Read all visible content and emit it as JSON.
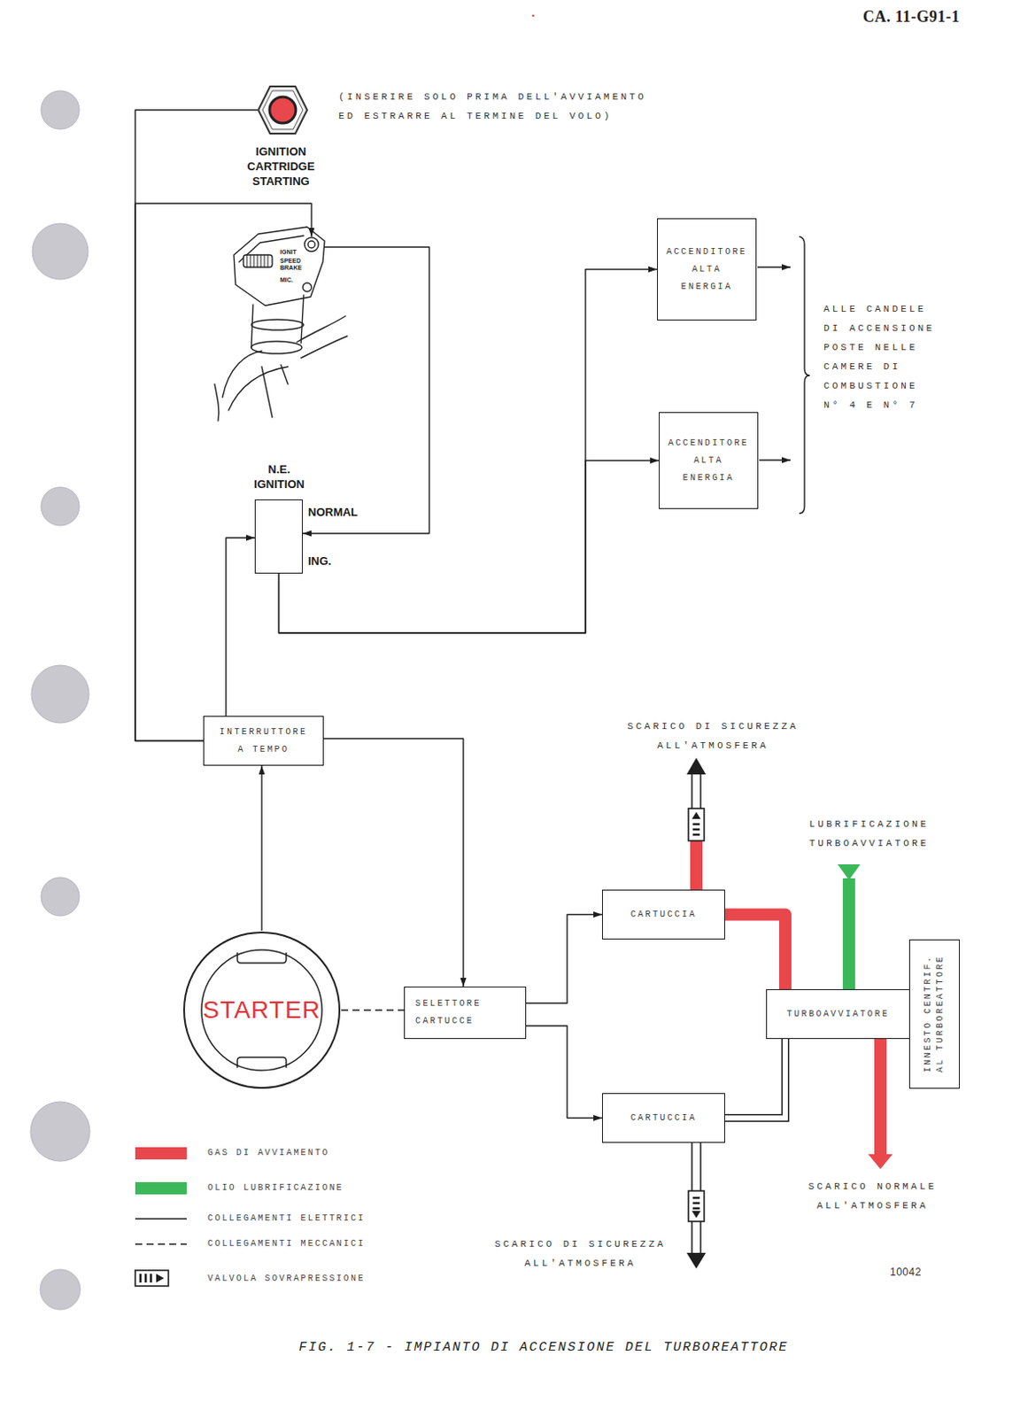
{
  "diagram": {
    "caption": "FIG. 1-7 - IMPIANTO DI ACCENSIONE DEL TURBOREATTORE",
    "nodes": [
      {
        "text": [
          "IGNITION CARTRIDGE STARTING"
        ]
      },
      {
        "text": [
          "IGNIT",
          "SPEED BRAKE",
          "MIC."
        ]
      },
      {
        "text": [
          "ACCENDITORE ALTA ENERGIA"
        ]
      },
      {
        "text": [
          "ACCENDITORE ALTA ENERGIA"
        ]
      },
      {
        "text": [
          "N.E. IGNITION",
          "NORMAL",
          "ING."
        ]
      },
      {
        "text": [
          "INTERRUTTORE A TEMPO"
        ]
      },
      {
        "text": [
          "CARTUCCIA"
        ]
      },
      {
        "text": [
          "STARTER"
        ]
      },
      {
        "text": [
          "TURBOAVVIATORE"
        ]
      },
      {
        "text": [
          "INNESTO CENTRIF. AL TURBOREATTORE"
        ]
      },
      {
        "text": [
          "SELETTORE CARTUCCE"
        ]
      },
      {
        "text": [
          "CARTUCCIA"
        ]
      }
    ],
    "edges": [
      {
        "from": 5,
        "to": 0,
        "arrow": "none"
      },
      {
        "from": 5,
        "to": 1,
        "arrow": "to"
      },
      {
        "from": 1,
        "to": 4,
        "arrow": "to"
      },
      {
        "from": 5,
        "to": 4,
        "arrow": "to"
      },
      {
        "from": 4,
        "to": 2,
        "arrow": "to"
      },
      {
        "from": 4,
        "to": 3,
        "arrow": "to"
      },
      {
        "from": 7,
        "to": 5,
        "arrow": "to"
      },
      {
        "from": 5,
        "to": 10,
        "arrow": "to"
      },
      {
        "from": 7,
        "to": 10,
        "arrow": "none"
      },
      {
        "from": 10,
        "to": 6,
        "arrow": "to"
      },
      {
        "from": 10,
        "to": 11,
        "arrow": "to"
      },
      {
        "from": 6,
        "to": 8,
        "arrow": "none"
      },
      {
        "from": 11,
        "to": 8,
        "arrow": "none"
      }
    ],
    "labels": [
      "CA. 11-G91-1",
      "(INSERIRE SOLO PRIMA DELL'AVVIAMENTO ED ESTRARRE AL TERMINE DEL VOLO)",
      "ALLE CANDELE DI ACCENSIONE POSTE NELLE CAMERE DI COMBUSTIONE N° 4 E N° 7",
      "SCARICO DI SICUREZZA ALL'ATMOSFERA",
      "LUBRIFICAZIONE TURBOAVVIATORE",
      "SCARICO NORMALE ALL'ATMOSFERA",
      "SCARICO DI SICUREZZA ALL'ATMOSFERA",
      "10042"
    ],
    "legend": [
      {
        "text": "GAS DI AVVIAMENTO",
        "color": "#e8474c"
      },
      {
        "text": "OLIO LUBRIFICAZIONE",
        "color": "#3cb85a"
      },
      {
        "text": "COLLEGAMENTI ELETTRICI"
      },
      {
        "text": "COLLEGAMENTI MECCANICI"
      },
      {
        "text": "VALVOLA SOVRAPRESSIONE"
      }
    ]
  }
}
